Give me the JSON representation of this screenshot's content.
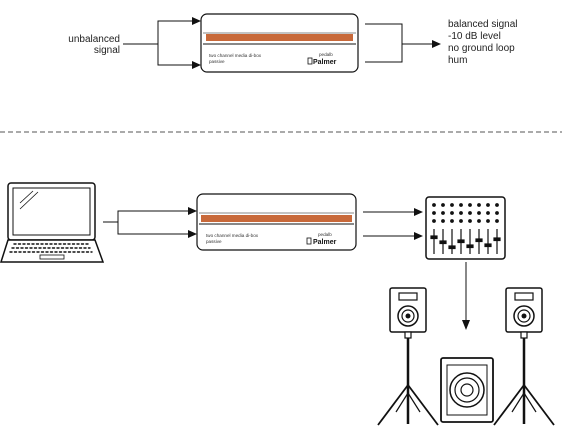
{
  "top_left_label": [
    "unbalanced",
    "signal"
  ],
  "top_right_label": [
    "balanced signal",
    "-10 dB level",
    "no ground loop",
    "hum"
  ],
  "device": {
    "line1": "two channel media di-box",
    "line2": "passive",
    "brand_small": "pedalb",
    "brand": "Palmer"
  },
  "colors": {
    "stripe": "#c8693a",
    "line": "#111111",
    "dash": "#555555"
  }
}
